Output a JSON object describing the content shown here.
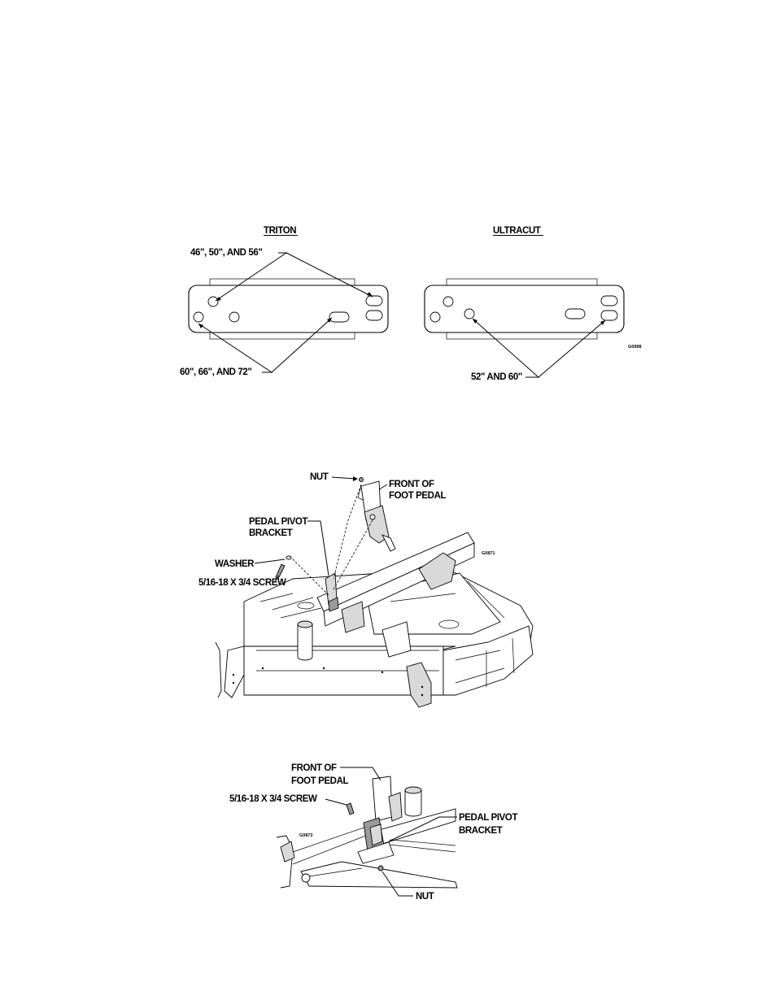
{
  "figure1": {
    "triton_title": "TRITON",
    "ultracut_title": "ULTRACUT",
    "triton_top_callout": "46\", 50\", AND 56\"",
    "triton_bottom_callout": "60\", 66\", AND 72\"",
    "ultracut_callout": "52\" AND 60\"",
    "figure_code": "G0998"
  },
  "figure2": {
    "nut": "NUT",
    "front_line1": "FRONT OF",
    "front_line2": "FOOT PEDAL",
    "bracket_line1": "PEDAL PIVOT",
    "bracket_line2": "BRACKET",
    "washer": "WASHER",
    "screw": "5/16-18 X 3/4 SCREW",
    "figure_code": "G0871"
  },
  "figure3": {
    "front_line1": "FRONT OF",
    "front_line2": "FOOT PEDAL",
    "screw": "5/16-18 X 3/4 SCREW",
    "bracket_line1": "PEDAL PIVOT",
    "bracket_line2": "BRACKET",
    "nut": "NUT",
    "figure_code": "G0872"
  }
}
